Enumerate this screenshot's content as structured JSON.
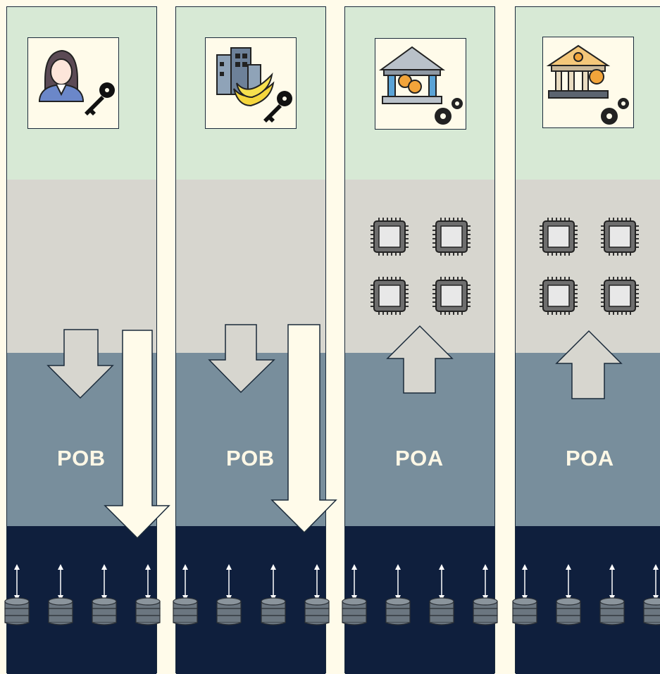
{
  "columns": [
    {
      "label": "POB",
      "icon": "person-key-icon",
      "flow": "down"
    },
    {
      "label": "POB",
      "icon": "organization-key-icon",
      "flow": "down"
    },
    {
      "label": "POA",
      "icon": "bank-gears-icon",
      "flow": "up"
    },
    {
      "label": "POA",
      "icon": "bank-dollar-gears-icon",
      "flow": "up"
    }
  ],
  "colors": {
    "background": "#fffbea",
    "identity_band": "#d7e9d5",
    "compute_band": "#d7d6cf",
    "protocol_band": "#788e9c",
    "storage_band": "#0f1f3d"
  },
  "icons": {
    "chip": "cpu-chip-icon",
    "database": "database-icon",
    "arrow": "double-arrow-icon"
  }
}
